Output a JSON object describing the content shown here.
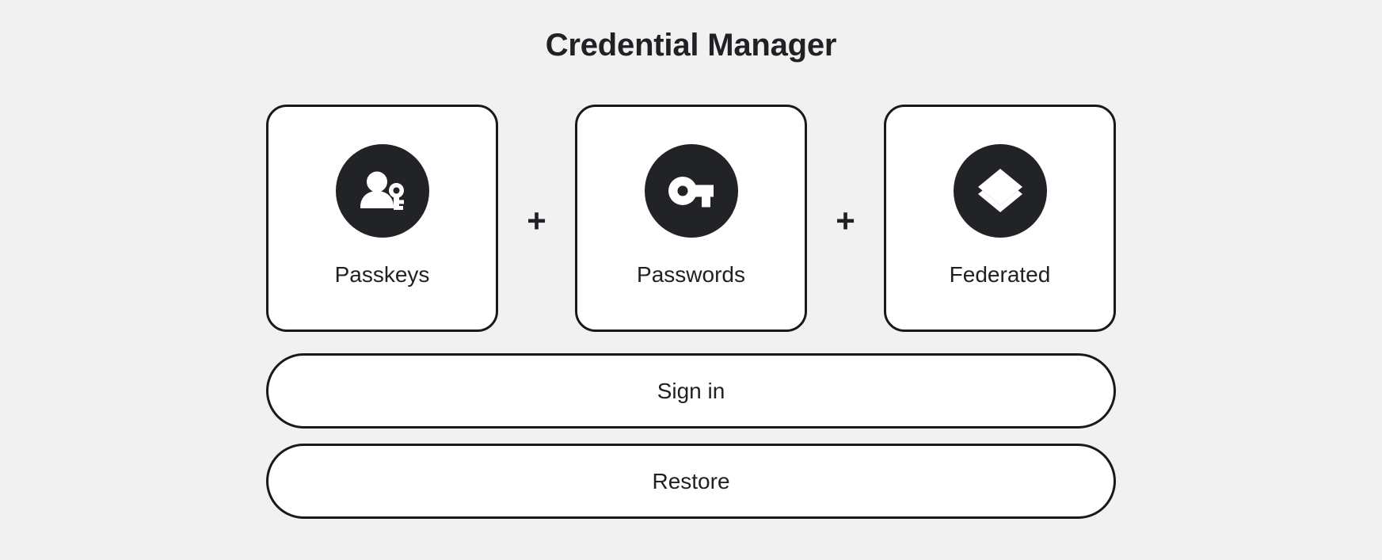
{
  "page": {
    "title": "Credential Manager",
    "background_color": "#f1f1f1",
    "foreground_color": "#202124",
    "icon_circle_color": "#212327",
    "card_background": "#ffffff",
    "border_color": "#18191b"
  },
  "separator": {
    "symbol": "+"
  },
  "cards": [
    {
      "label": "Passkeys",
      "icon": "person-key-icon"
    },
    {
      "label": "Passwords",
      "icon": "key-icon"
    },
    {
      "label": "Federated",
      "icon": "layers-icon"
    }
  ],
  "actions": [
    {
      "label": "Sign in"
    },
    {
      "label": "Restore"
    }
  ]
}
